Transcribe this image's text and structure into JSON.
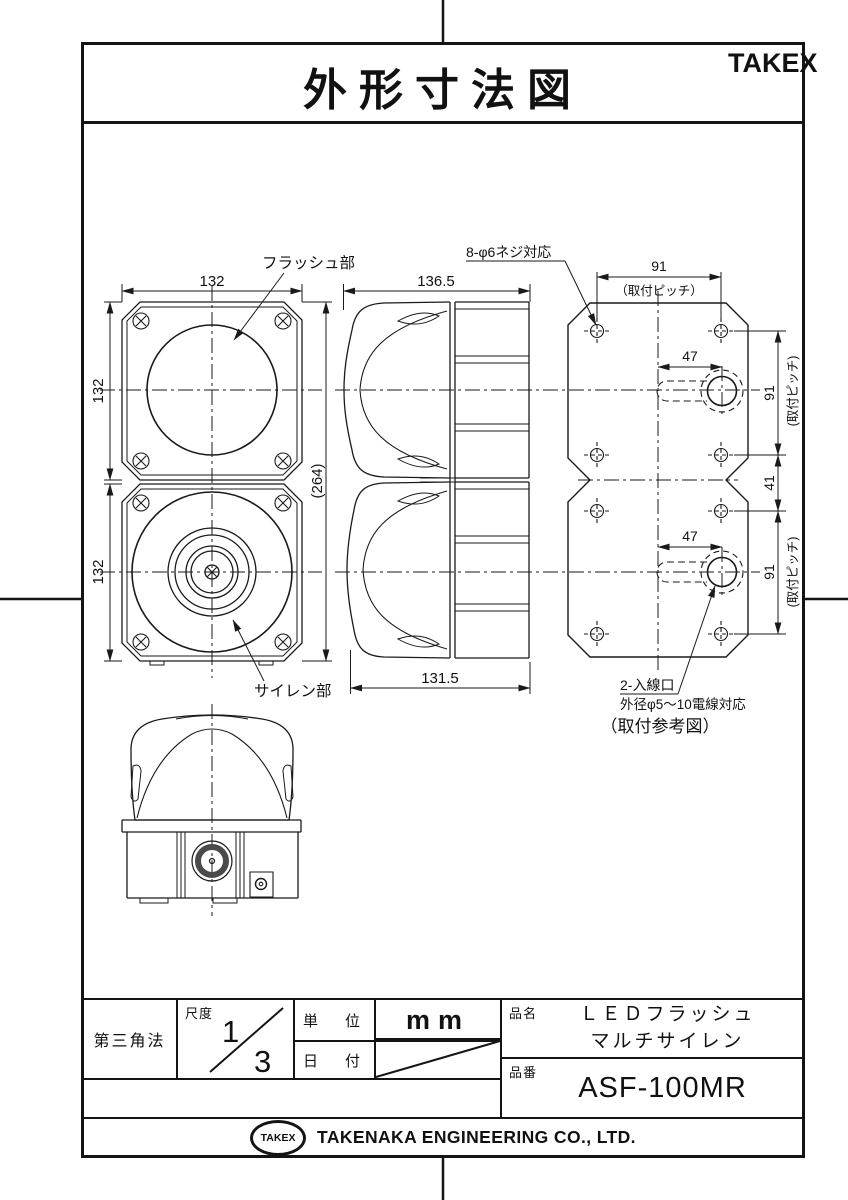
{
  "header": {
    "title": "外形寸法図",
    "brand": "TAKEX"
  },
  "views": {
    "front": {
      "flash_label": "フラッシュ部",
      "siren_label": "サイレン部",
      "dim_width": "132",
      "dim_flash_height": "132",
      "dim_siren_height": "132",
      "dim_total_height": "(264)"
    },
    "side": {
      "dim_top_width": "136.5",
      "dim_bottom_width": "131.5"
    },
    "plate": {
      "screw_note": "8-φ6ネジ対応",
      "dim_pitch_top": "91",
      "pitch_caption_top": "（取付ピッチ）",
      "dim_slot_top": "47",
      "dim_slot_bottom": "47",
      "dim_pitch_right_top": "91",
      "pitch_caption_right_top": "(取付ピッチ)",
      "dim_gap": "41",
      "dim_pitch_right_bottom": "91",
      "pitch_caption_right_bottom": "(取付ピッチ)",
      "inlet_note": "2-入線口",
      "inlet_note2": "外径φ5～10電線対応",
      "caption": "（取付参考図）"
    }
  },
  "title_block": {
    "projection": "第三角法",
    "scale_label": "尺度",
    "scale_num": "1",
    "scale_den": "3",
    "unit_label": "単　位",
    "unit_value": "mm",
    "date_label": "日　付",
    "name_label": "品名",
    "name_line1": "ＬＥＤフラッシュ",
    "name_line2": "マルチサイレン",
    "number_label": "品番",
    "number_value": "ASF-100MR"
  },
  "footer": {
    "logo": "TAKEX",
    "company": "TAKENAKA ENGINEERING CO., LTD."
  }
}
